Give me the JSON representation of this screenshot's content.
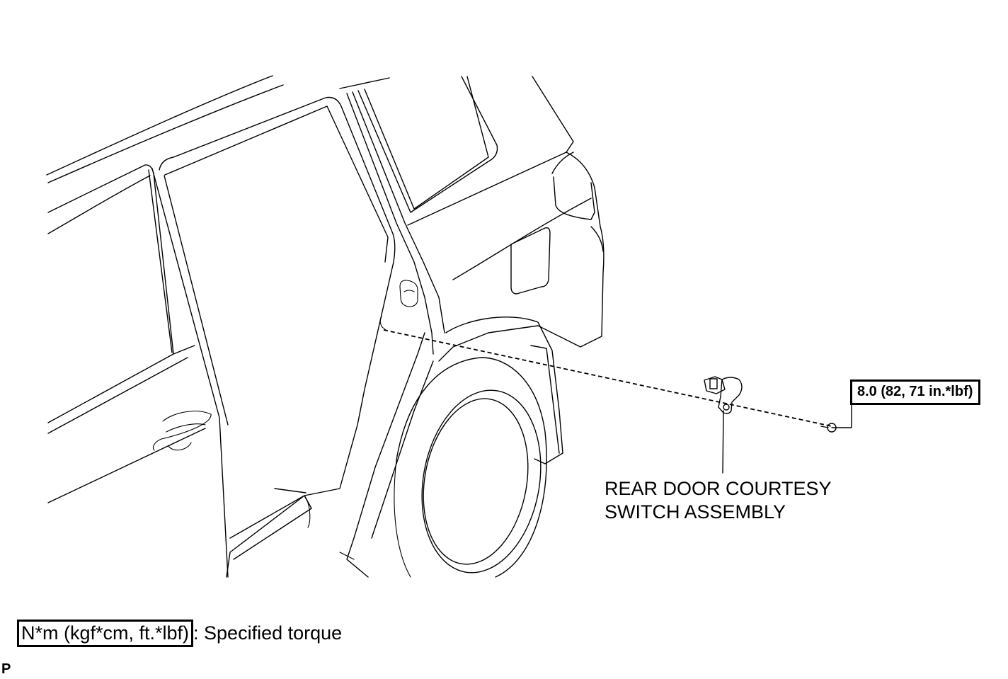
{
  "part": {
    "line1": "REAR DOOR COURTESY",
    "line2": "SWITCH ASSEMBLY"
  },
  "torque": {
    "value": "8.0 (82, 71 in.*lbf)"
  },
  "legend": {
    "unit_box": "N*m (kgf*cm, ft.*lbf)",
    "description": ": Specified torque"
  },
  "corner_mark": "P"
}
